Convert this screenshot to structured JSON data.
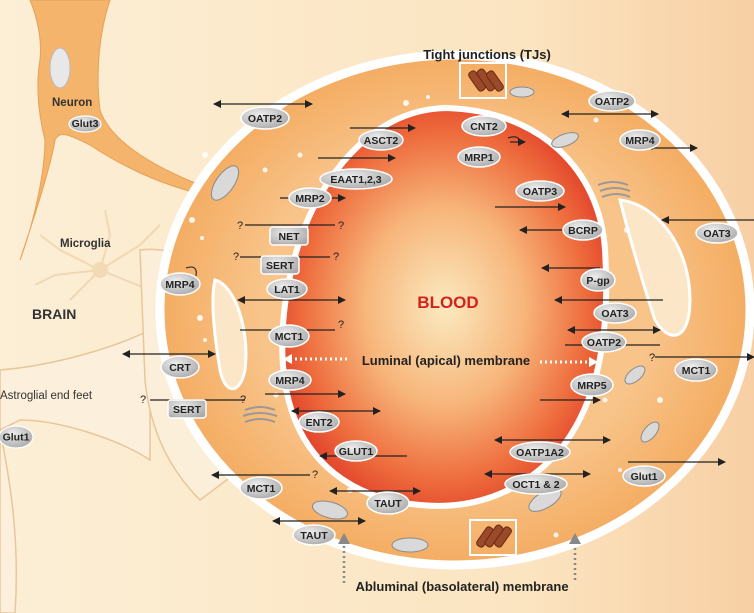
{
  "labels": {
    "blood": "BLOOD",
    "brain": "BRAIN",
    "tight_junctions": "Tight junctions (TJs)",
    "luminal": "Luminal (apical) membrane",
    "abluminal": "Abluminal (basolateral) membrane",
    "neuron": "Neuron",
    "glut3": "Glut3",
    "microglia": "Microglia",
    "astroglial": "Astroglial end feet",
    "glut1_side": "Glut1"
  },
  "transporters": [
    "OATP2",
    "ASCT2",
    "CNT2",
    "MRP1",
    "OATP2",
    "MRP4",
    "EAAT1,2,3",
    "MRP2",
    "OATP3",
    "NET",
    "SERT",
    "BCRP",
    "MRP4",
    "LAT1",
    "OAT3",
    "P-gp",
    "OAT3",
    "MCT1",
    "OATP2",
    "CRT",
    "MCT1",
    "MRP4",
    "MRP5",
    "SERT",
    "ENT2",
    "GLUT1",
    "OATP1A2",
    "Glut1",
    "MCT1",
    "TAUT",
    "OCT1 & 2",
    "TAUT"
  ],
  "question_mark": "?",
  "colors": {
    "blood_center": "#f9e3b0",
    "blood_edge": "#e8432c",
    "cell": "#f6b165",
    "brain_bg": "#fbe9c9",
    "label_red": "#d4231c",
    "pill_fill": "#c8c8c8"
  }
}
